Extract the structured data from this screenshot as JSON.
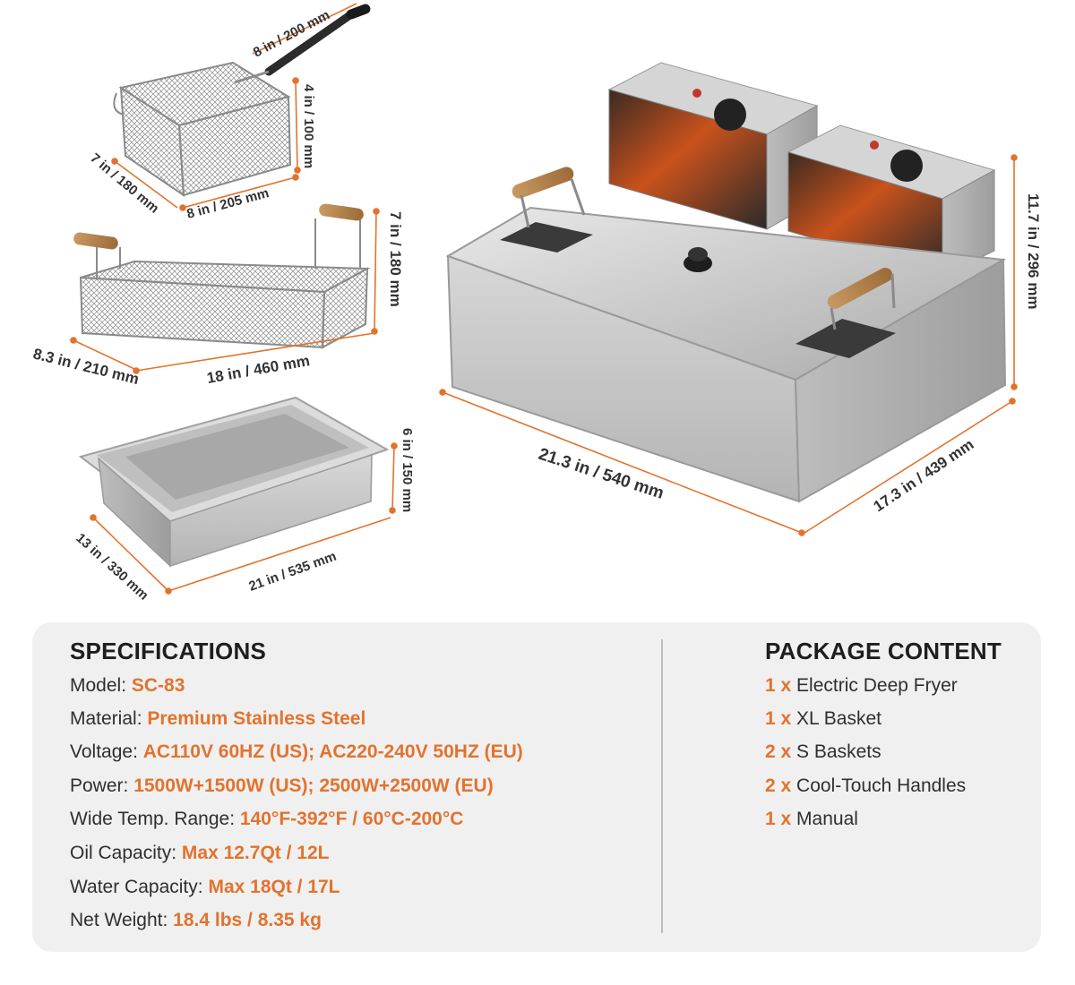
{
  "colors": {
    "accent": "#e2732e",
    "panel_bg": "#f0f0f0",
    "text": "#2f2f2f"
  },
  "dimensions": {
    "small_basket": {
      "handle": "8 in / 200 mm",
      "height": "4 in / 100 mm",
      "depth": "7 in / 180 mm",
      "width": "8 in / 205 mm"
    },
    "xl_basket": {
      "height": "7 in / 180 mm",
      "depth": "8.3 in / 210 mm",
      "width": "18 in / 460 mm"
    },
    "tank": {
      "height": "6 in / 150 mm",
      "depth": "13 in / 330 mm",
      "width": "21 in / 535 mm"
    },
    "fryer": {
      "height": "11.7 in / 296 mm",
      "width": "21.3 in / 540 mm",
      "depth": "17.3 in / 439 mm"
    }
  },
  "specifications": {
    "title": "SPECIFICATIONS",
    "rows": [
      {
        "label": "Model:",
        "value": "SC-83"
      },
      {
        "label": "Material:",
        "value": "Premium Stainless Steel"
      },
      {
        "label": "Voltage:",
        "value": "AC110V 60HZ (US); AC220-240V 50HZ (EU)"
      },
      {
        "label": "Power:",
        "value": "1500W+1500W (US); 2500W+2500W (EU)"
      },
      {
        "label": "Wide Temp. Range:",
        "value": "140°F-392°F / 60°C-200°C"
      },
      {
        "label": "Oil Capacity:",
        "value": "Max 12.7Qt / 12L"
      },
      {
        "label": "Water Capacity:",
        "value": "Max 18Qt / 17L"
      },
      {
        "label": "Net Weight:",
        "value": "18.4 lbs / 8.35 kg"
      }
    ]
  },
  "package": {
    "title": "PACKAGE CONTENT",
    "items": [
      {
        "qty": "1 x",
        "name": "Electric Deep Fryer"
      },
      {
        "qty": "1 x",
        "name": "XL Basket"
      },
      {
        "qty": "2 x",
        "name": "S Baskets"
      },
      {
        "qty": "2 x",
        "name": "Cool-Touch Handles"
      },
      {
        "qty": "1 x",
        "name": "Manual"
      }
    ]
  }
}
